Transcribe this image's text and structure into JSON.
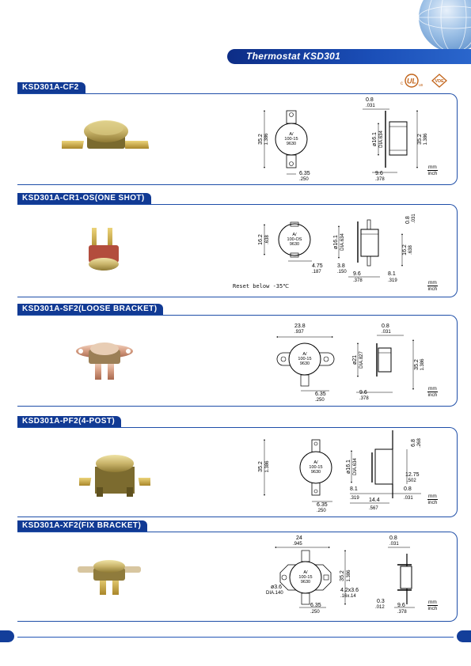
{
  "header": {
    "title": "Thermostat KSD301"
  },
  "certifications": {
    "ul_prefix": "c",
    "ul_suffix": "us",
    "vde_mark": "VDE"
  },
  "units_label": {
    "top": "mm",
    "bottom": "inch"
  },
  "sections": [
    {
      "name": "KSD301A-CF2",
      "dims": {
        "d1": "0.8",
        "d1b": ".031",
        "d2": "35.2",
        "d2b": "1.386",
        "d3": "ø16.1",
        "d3b": "DIA.634",
        "d4": "6.35",
        "d4b": ".250",
        "d5": "9.6",
        "d5b": ".378",
        "d6": "35.2",
        "d6b": "1.386"
      },
      "part_marking": [
        "A/",
        "100-15",
        "9630"
      ]
    },
    {
      "name": "KSD301A-CR1-OS(ONE SHOT)",
      "dims": {
        "d1": "16.2",
        "d1b": ".638",
        "d2": "ø16.1",
        "d2b": "DIA.634",
        "d3": "4.75",
        "d3b": ".187",
        "d4": "3.8",
        "d4b": ".150",
        "d5": "9.6",
        "d5b": ".378",
        "d6": "8.1",
        "d6b": ".319",
        "d7": "0.8",
        "d7b": ".031",
        "d8": "16.2",
        "d8b": ".638"
      },
      "part_marking": [
        "A/",
        "100-OS",
        "9630"
      ],
      "note": "Reset below -35℃"
    },
    {
      "name": "KSD301A-SF2(LOOSE BRACKET)",
      "dims": {
        "d1": "23.8",
        "d1b": ".937",
        "d2": "ø21",
        "d2b": "DIA.827",
        "d3": "6.35",
        "d3b": ".250",
        "d4": "9.6",
        "d4b": ".378",
        "d5": "0.8",
        "d5b": ".031",
        "d6": "35.2",
        "d6b": "1.386"
      },
      "part_marking": [
        "A/",
        "100-15",
        "9630"
      ]
    },
    {
      "name": "KSD301A-PF2(4-POST)",
      "dims": {
        "d1": "35.2",
        "d1b": "1.386",
        "d2": "6.35",
        "d2b": ".250",
        "d3": "ø16.1",
        "d3b": "DIA.634",
        "d4": "6.8",
        "d4b": ".268",
        "d5": "12.75",
        "d5b": ".502",
        "d6": "8.1",
        "d6b": ".319",
        "d7": "14.4",
        "d7b": ".567",
        "d8": "0.8",
        "d8b": ".031"
      },
      "part_marking": [
        "A/",
        "100-15",
        "9630"
      ]
    },
    {
      "name": "KSD301A-XF2(FIX BRACKET)",
      "dims": {
        "d1": "24",
        "d1b": ".945",
        "d2": "35.2",
        "d2b": "1.386",
        "d3": "ø3.6",
        "d3b": "DIA.140",
        "d4": "4.2x3.6",
        "d4b": ".16x.14",
        "d5": "6.35",
        "d5b": ".250",
        "d6": "0.8",
        "d6b": ".031",
        "d7": "0.3",
        "d7b": ".012",
        "d8": "9.6",
        "d8b": ".378"
      },
      "part_marking": [
        "A/",
        "100-15",
        "9630"
      ]
    }
  ],
  "colors": {
    "brand_blue": "#113a94",
    "frame_blue": "#1e4ea8",
    "cap_gold": "#c9b46a",
    "terminal": "#c8a840"
  }
}
